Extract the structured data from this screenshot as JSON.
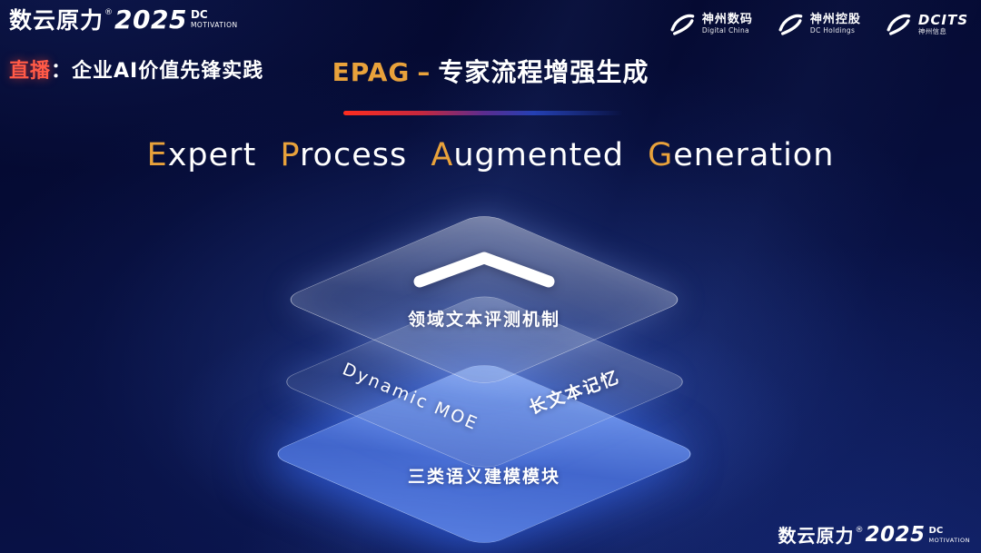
{
  "colors": {
    "accent_gold": "#e9a23b",
    "accent_red": "#ff2d1f",
    "layer_blue": "#4a78e0",
    "background_navy": "#060d3a"
  },
  "brand": {
    "name": "数云原力",
    "reg": "®",
    "year": "2025",
    "dc": "DC",
    "motivation": "MOTIVATION"
  },
  "live_label": {
    "prefix": "直播",
    "rest": "：企业AI价值先锋实践"
  },
  "slide_title": {
    "abbr": "EPAG",
    "separator": "–",
    "zh": "专家流程增强生成"
  },
  "partner_logos": [
    {
      "name": "神州数码",
      "sub": "Digital China"
    },
    {
      "name": "神州控股",
      "sub": "DC Holdings"
    },
    {
      "name": "DCITS",
      "sub": "神州信息"
    }
  ],
  "headline": {
    "words": [
      {
        "initial": "E",
        "rest": "xpert"
      },
      {
        "initial": "P",
        "rest": "rocess"
      },
      {
        "initial": "A",
        "rest": "ugmented"
      },
      {
        "initial": "G",
        "rest": "eneration"
      }
    ]
  },
  "stack": {
    "top_layer": {
      "label": "领域文本评测机制"
    },
    "middle_layer": {
      "left_label": "Dynamic MOE",
      "right_label": "长文本记忆"
    },
    "bottom_layer": {
      "label": "三类语义建模模块"
    }
  }
}
